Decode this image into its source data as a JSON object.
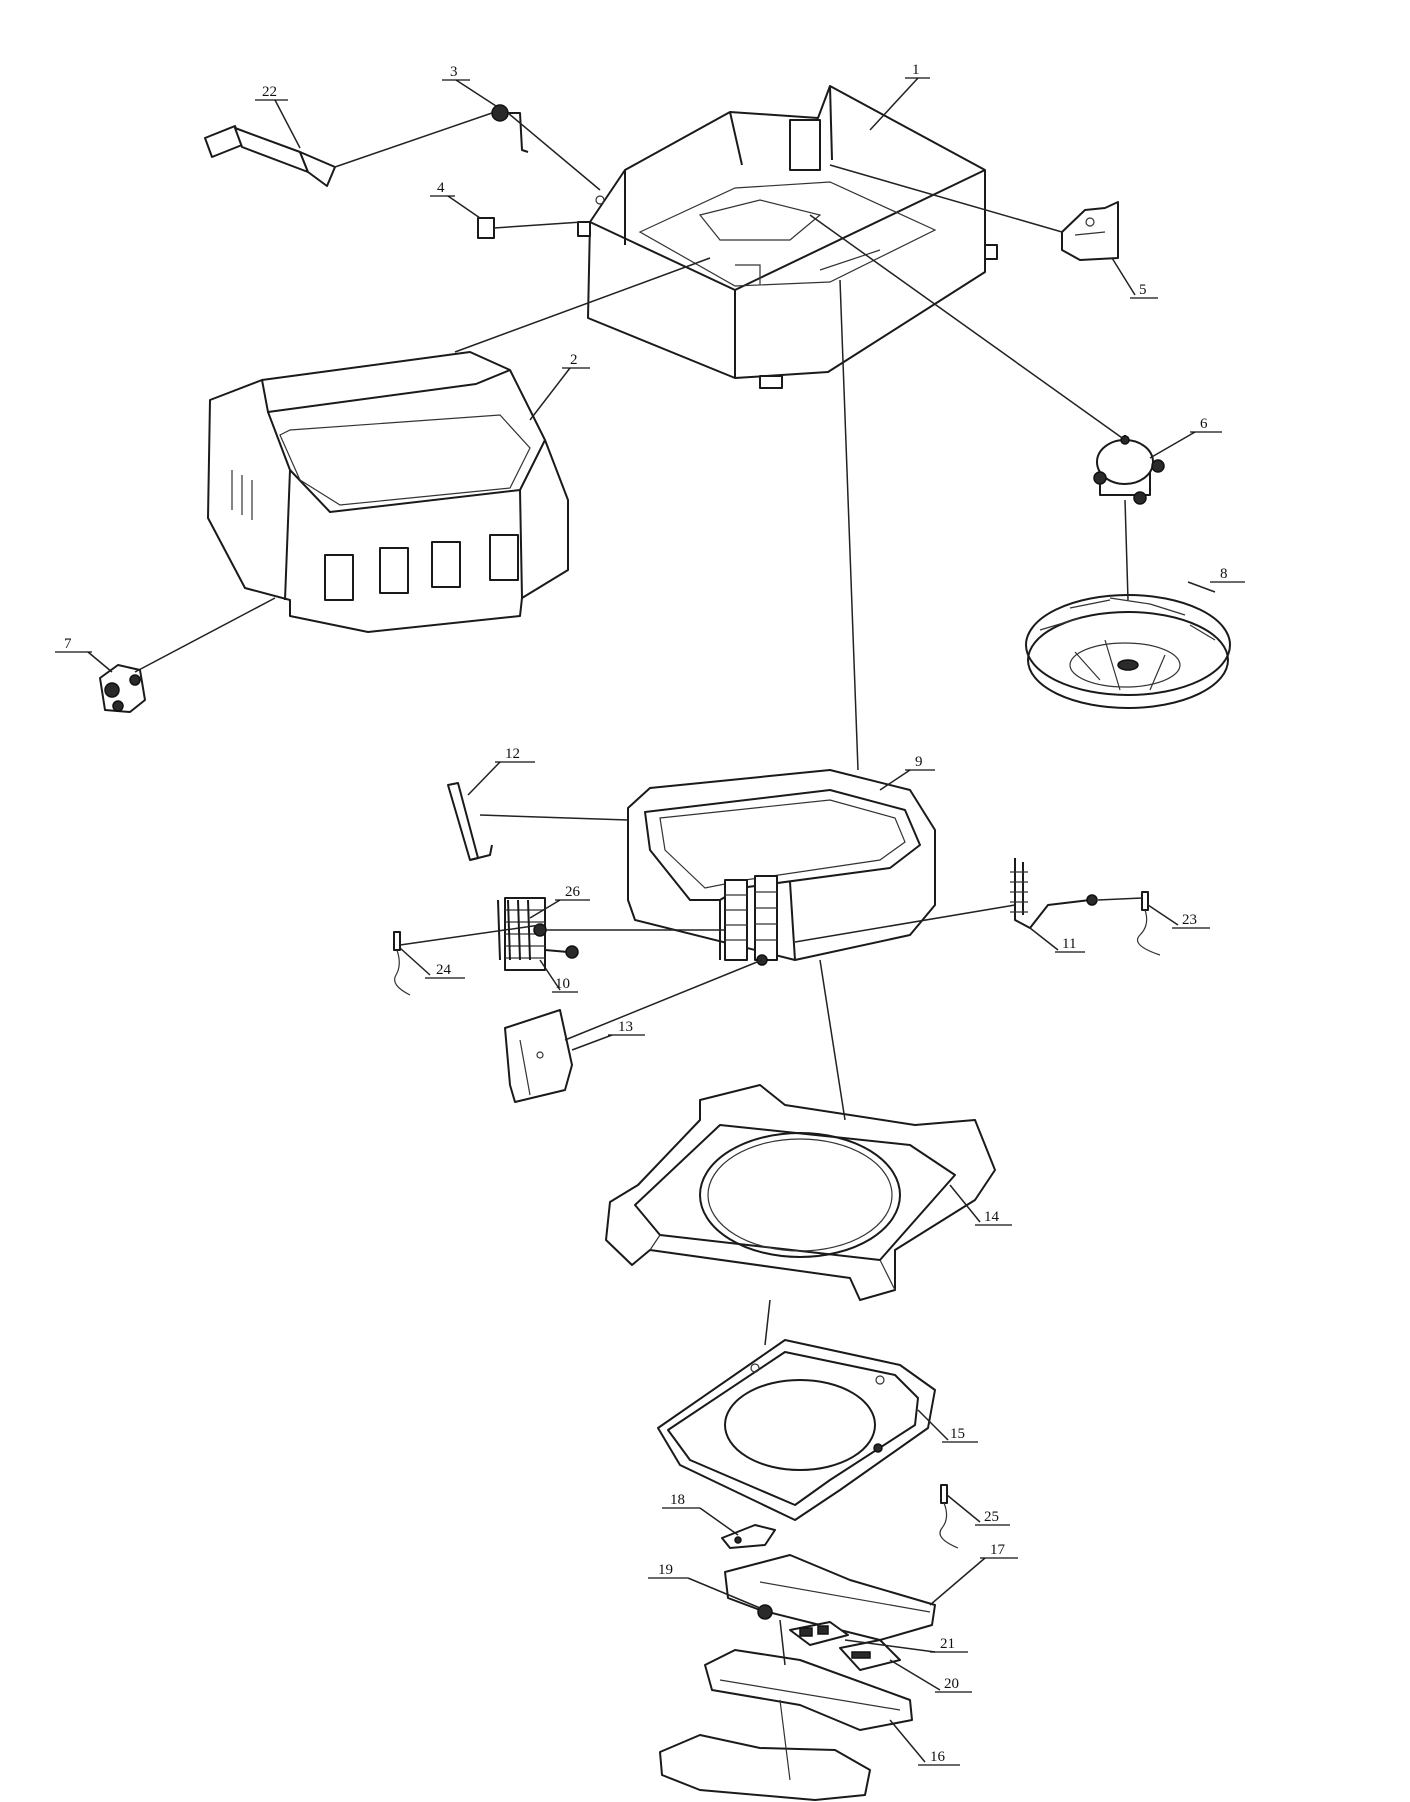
{
  "callouts": [
    {
      "id": "p1",
      "text": "1"
    },
    {
      "id": "p2",
      "text": "2"
    },
    {
      "id": "p3",
      "text": "3"
    },
    {
      "id": "p4",
      "text": "4"
    },
    {
      "id": "p5",
      "text": "5"
    },
    {
      "id": "p6",
      "text": "6"
    },
    {
      "id": "p7",
      "text": "7"
    },
    {
      "id": "p8",
      "text": "8"
    },
    {
      "id": "p9",
      "text": "9"
    },
    {
      "id": "p10",
      "text": "10"
    },
    {
      "id": "p11",
      "text": "11"
    },
    {
      "id": "p12",
      "text": "12"
    },
    {
      "id": "p13",
      "text": "13"
    },
    {
      "id": "p14",
      "text": "14"
    },
    {
      "id": "p15",
      "text": "15"
    },
    {
      "id": "p16",
      "text": "16"
    },
    {
      "id": "p17",
      "text": "17"
    },
    {
      "id": "p18",
      "text": "18"
    },
    {
      "id": "p19",
      "text": "19"
    },
    {
      "id": "p20",
      "text": "20"
    },
    {
      "id": "p21",
      "text": "21"
    },
    {
      "id": "p22",
      "text": "22"
    },
    {
      "id": "p23",
      "text": "23"
    },
    {
      "id": "p24",
      "text": "24"
    },
    {
      "id": "p25",
      "text": "25"
    },
    {
      "id": "p26",
      "text": "26"
    }
  ]
}
